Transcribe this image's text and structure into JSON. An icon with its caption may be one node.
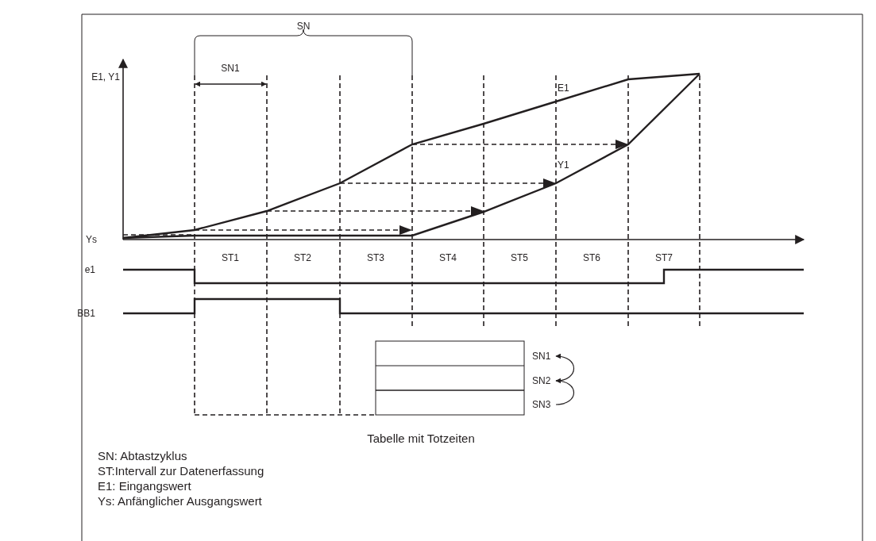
{
  "diagram": {
    "nodes": [
      {
        "text": [
          "SN1"
        ]
      },
      {
        "text": [
          "SN2"
        ]
      },
      {
        "text": [
          "SN3"
        ]
      }
    ],
    "edges": [
      {
        "from": 2,
        "to": 1,
        "arrow": "to"
      },
      {
        "from": 1,
        "to": 0,
        "arrow": "to"
      }
    ],
    "labels": [
      "SN",
      "SN1",
      "E1, Y1",
      "E1",
      "Y1",
      "Ys",
      "ST1",
      "ST2",
      "ST3",
      "ST4",
      "ST5",
      "ST6",
      "ST7",
      "e1",
      "BB1",
      "Tabelle mit Totzeiten",
      "SN: Abtastzyklus",
      "ST:Intervall zur Datenerfassung",
      "E1: Eingangswert",
      "Ys: Anfänglicher Ausgangswert"
    ]
  }
}
